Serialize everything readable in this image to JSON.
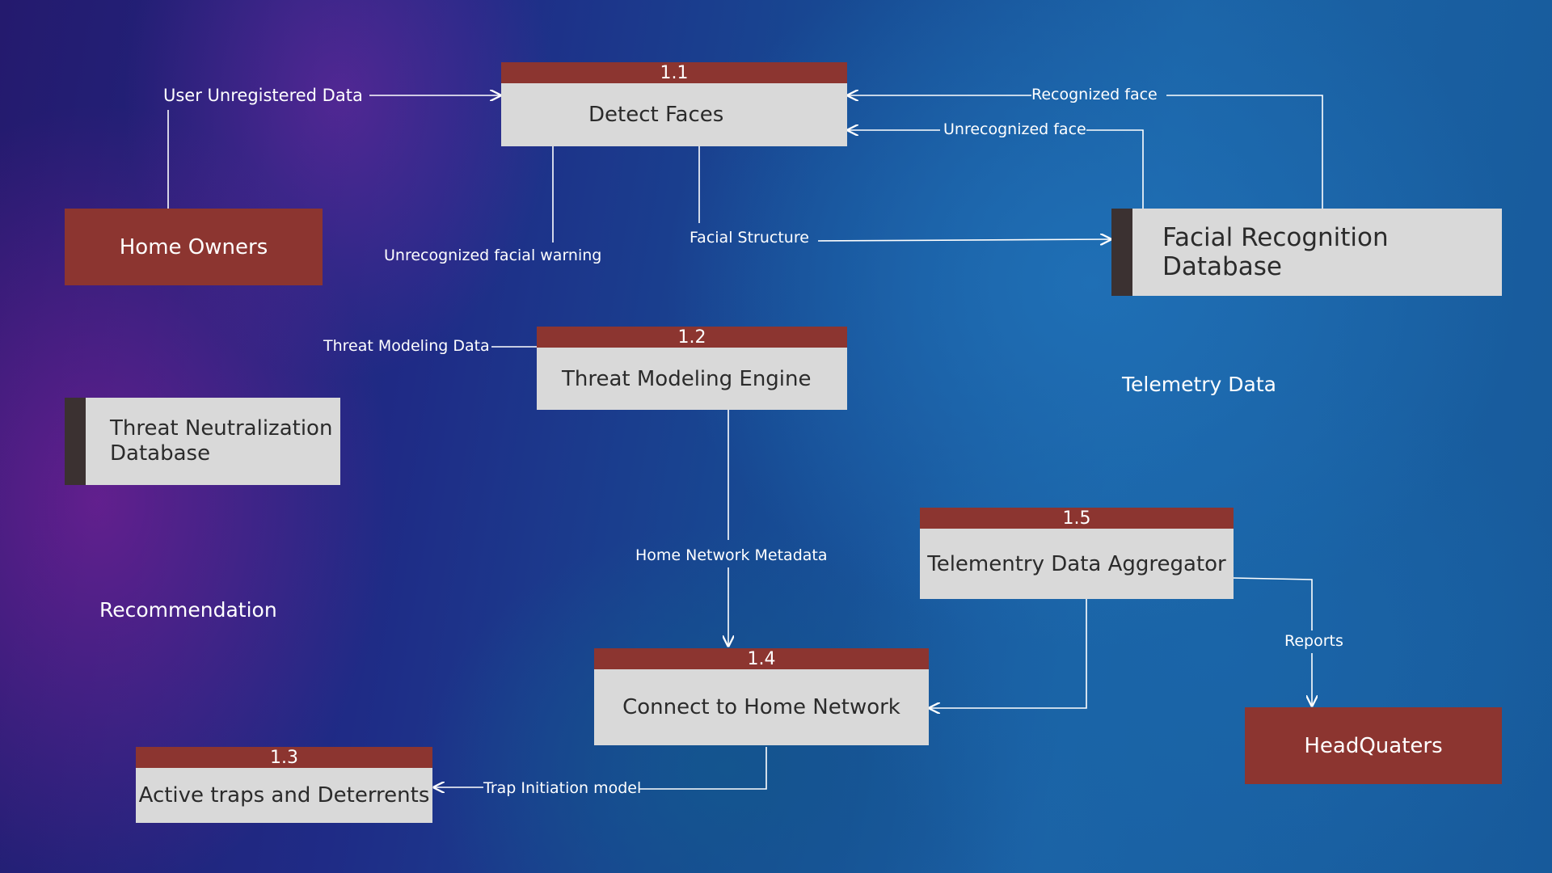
{
  "processes": {
    "detect_faces": {
      "number": "1.1",
      "label": "Detect Faces"
    },
    "threat_modeling": {
      "number": "1.2",
      "label": "Threat Modeling Engine"
    },
    "active_traps": {
      "number": "1.3",
      "label": "Active traps and Deterrents"
    },
    "connect_network": {
      "number": "1.4",
      "label": "Connect to Home Network"
    },
    "telemetry_aggregator": {
      "number": "1.5",
      "label": "Telementry Data Aggregator"
    }
  },
  "entities": {
    "home_owners": "Home Owners",
    "headquarters": "HeadQuaters"
  },
  "stores": {
    "facial_db": "Facial Recognition Database",
    "threat_db_line1": "Threat Neutralization",
    "threat_db_line2": "Database"
  },
  "flows": {
    "user_unregistered": "User Unregistered Data",
    "recognized_face": "Recognized face",
    "unrecognized_face": "Unrecognized face",
    "unrecognized_warning": "Unrecognized facial warning",
    "facial_structure": "Facial Structure",
    "threat_modeling_data": "Threat Modeling Data",
    "telemetry_data": "Telemetry Data",
    "home_network_metadata": "Home Network Metadata",
    "recommendation": "Recommendation",
    "reports": "Reports",
    "trap_initiation": "Trap Initiation model"
  }
}
